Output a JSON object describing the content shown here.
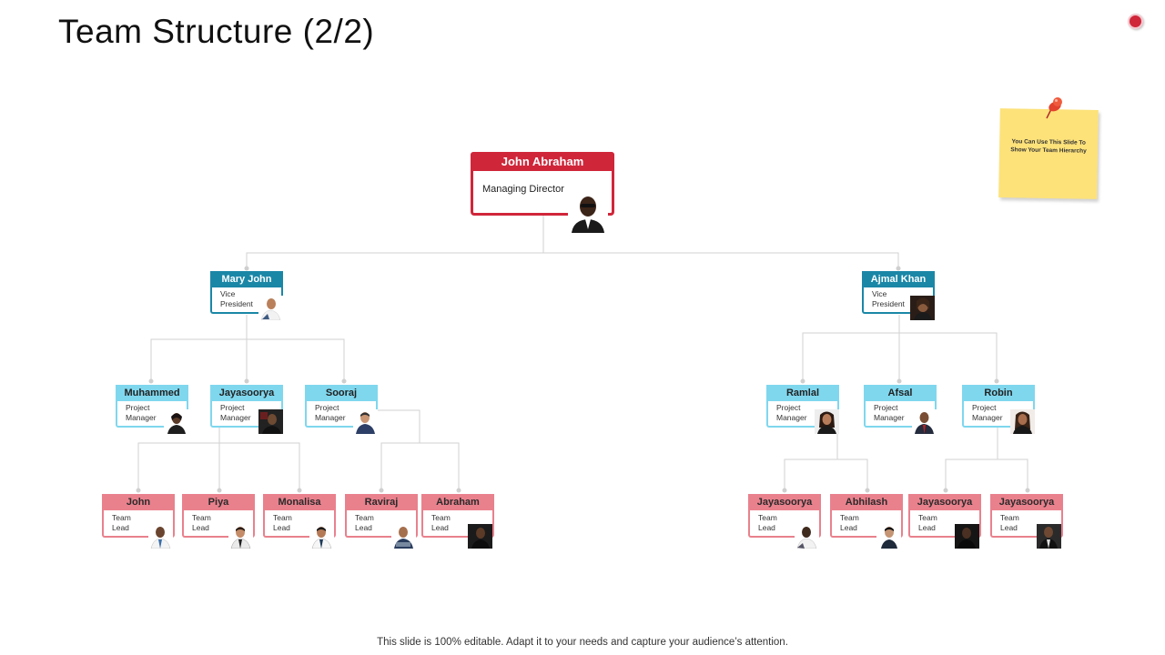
{
  "slide": {
    "title": "Team Structure (2/2)",
    "footer": "This slide is 100% editable. Adapt it to your needs and capture your audience’s attention.",
    "note_text": "You Can Use This Slide To Show Your Team Hierarchy"
  },
  "colors": {
    "managing_director": "#d0263a",
    "vice_president": "#1b87a7",
    "project_manager": "#7fd7ee",
    "team_lead": "#e9818d",
    "connector": "#d2d2d2",
    "note": "#fde27a"
  },
  "org": {
    "md": {
      "name": "John Abraham",
      "role": "Managing Director"
    },
    "vp_left": {
      "name": "Mary John",
      "role": "Vice President"
    },
    "vp_right": {
      "name": "Ajmal Khan",
      "role": "Vice President"
    },
    "pm": [
      {
        "name": "Muhammed",
        "role": "Project Manager"
      },
      {
        "name": "Jayasoorya",
        "role": "Project Manager"
      },
      {
        "name": "Sooraj",
        "role": "Project Manager"
      },
      {
        "name": "Ramlal",
        "role": "Project Manager"
      },
      {
        "name": "Afsal",
        "role": "Project Manager"
      },
      {
        "name": "Robin",
        "role": "Project Manager"
      }
    ],
    "tl": [
      {
        "name": "John",
        "role": "Team Lead"
      },
      {
        "name": "Piya",
        "role": "Team Lead"
      },
      {
        "name": "Monalisa",
        "role": "Team Lead"
      },
      {
        "name": "Raviraj",
        "role": "Team Lead"
      },
      {
        "name": "Abraham",
        "role": "Team Lead"
      },
      {
        "name": "Jayasoorya",
        "role": "Team Lead"
      },
      {
        "name": "Abhilash",
        "role": "Team Lead"
      },
      {
        "name": "Jayasoorya",
        "role": "Team Lead"
      },
      {
        "name": "Jayasoorya",
        "role": "Team Lead"
      }
    ]
  }
}
